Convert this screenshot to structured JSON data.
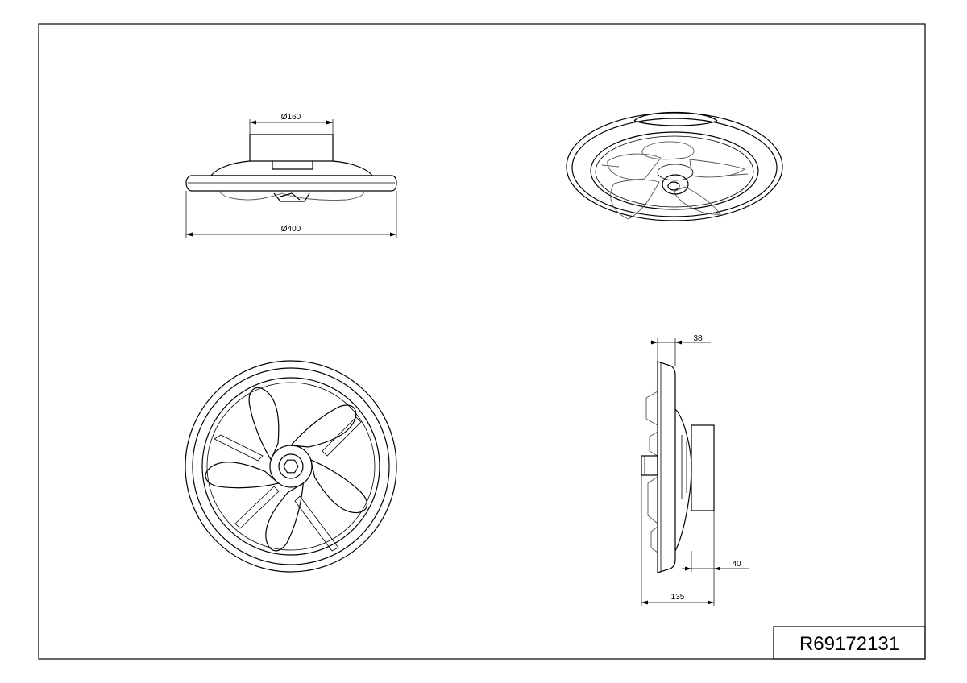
{
  "title_block": {
    "part_number": "R69172131"
  },
  "dimensions": {
    "hub_diameter": "Ø160",
    "overall_diameter": "Ø400",
    "ring_thickness": "38",
    "canopy_depth": "40",
    "overall_height": "135"
  },
  "views": [
    "side-view",
    "isometric-view",
    "bottom-view",
    "profile-view"
  ]
}
